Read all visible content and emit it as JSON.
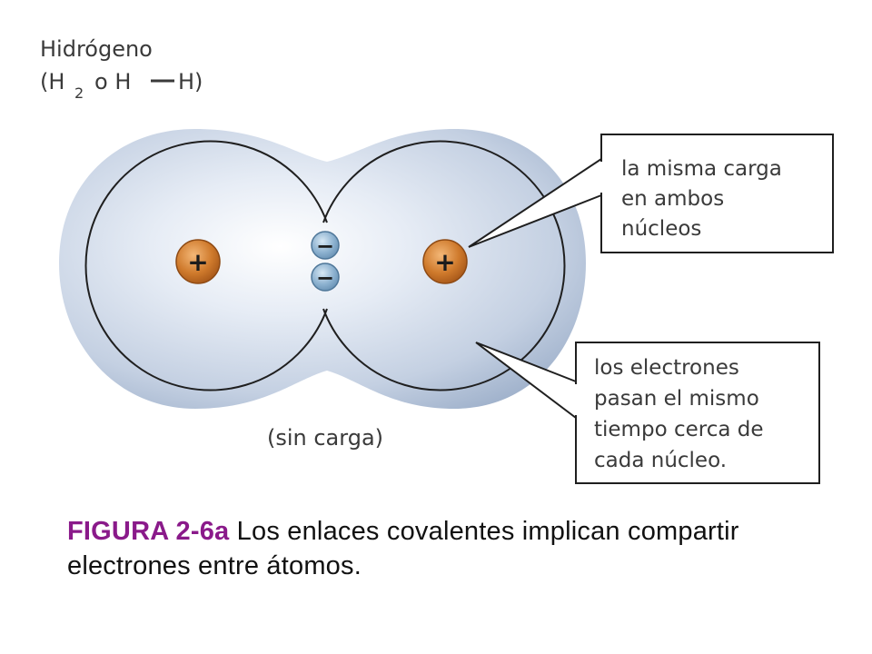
{
  "title": {
    "name": "Hidrógeno",
    "formula_open": "(H",
    "formula_sub": "2",
    "formula_rest": "o H",
    "formula_end": "H)"
  },
  "nuclei": {
    "symbol": "+"
  },
  "electrons": {
    "symbol": "−"
  },
  "charge_label": "(sin carga)",
  "callouts": {
    "same_charge": [
      "la misma carga",
      "en ambos",
      "núcleos"
    ],
    "electrons_time": [
      "los electrones",
      "pasan el mismo",
      "tiempo cerca de",
      "cada núcleo."
    ]
  },
  "caption": {
    "figure": "FIGURA 2-6a",
    "text": "Los enlaces covalentes implican compartir electrones entre átomos."
  },
  "colors": {
    "cloud": "#b9c7dc",
    "nucleus": "#c8742a",
    "electron": "#7fa7c8",
    "figure_label": "#8a1a8a"
  }
}
